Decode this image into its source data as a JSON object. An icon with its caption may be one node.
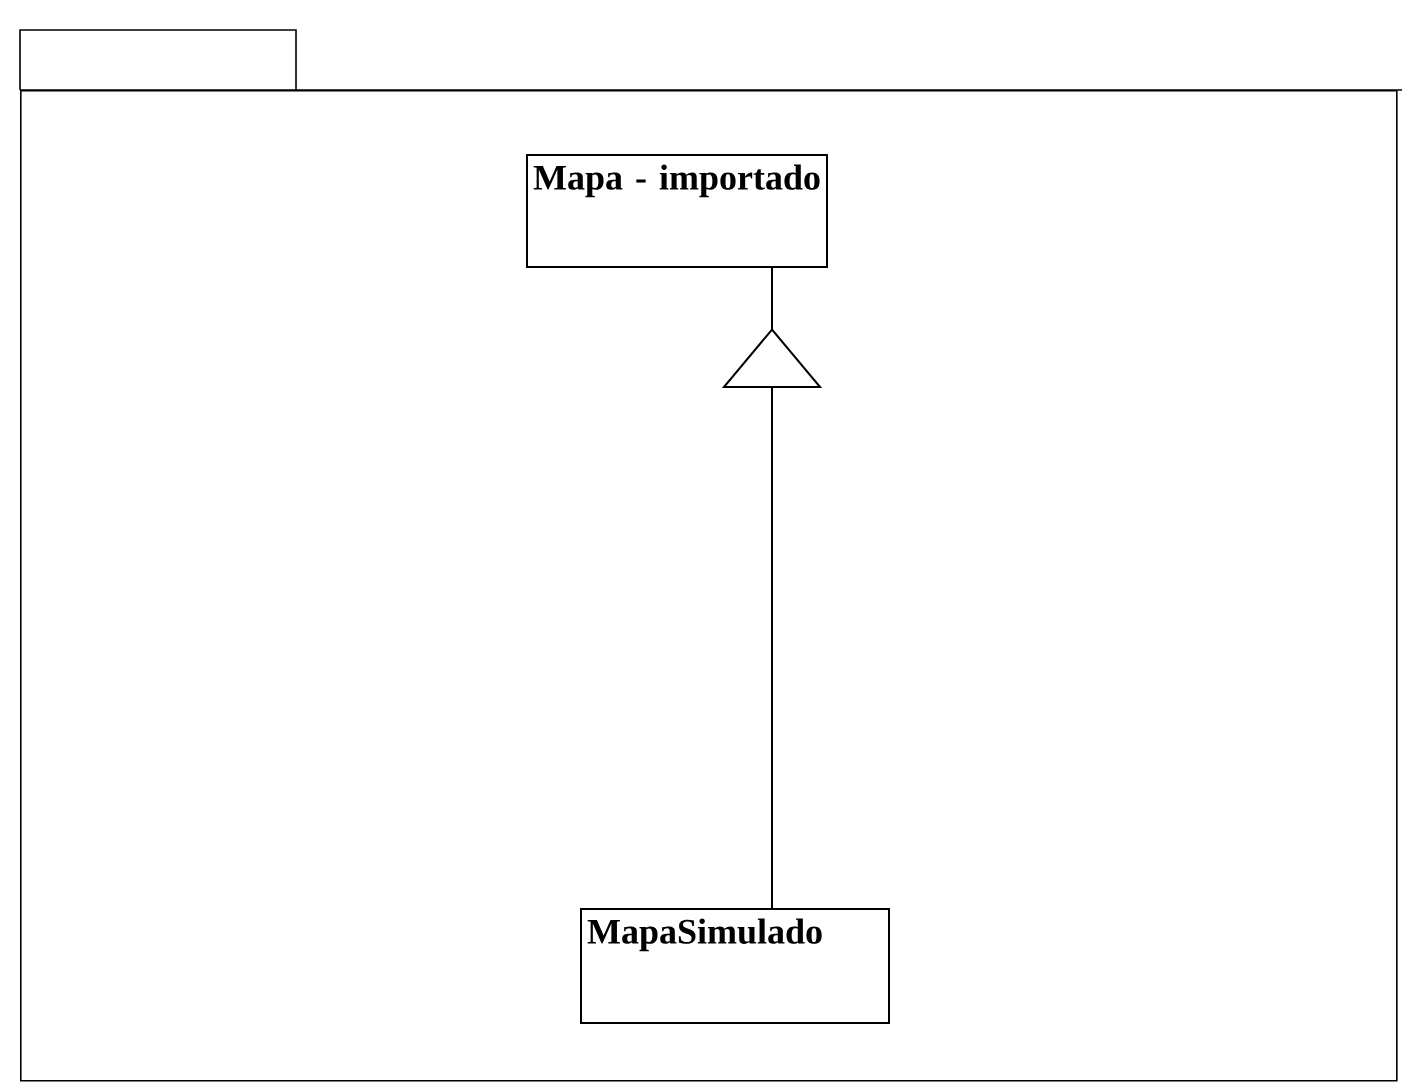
{
  "diagram": {
    "nodes": [
      {
        "text": [],
        "shape": "folder"
      },
      {
        "text": [
          "Mapa - importado"
        ],
        "in": 0
      },
      {
        "text": [
          "MapaSimulado"
        ],
        "in": 0
      }
    ],
    "edges": [
      {
        "from": 2,
        "to": 1,
        "arrow": "to"
      }
    ]
  }
}
